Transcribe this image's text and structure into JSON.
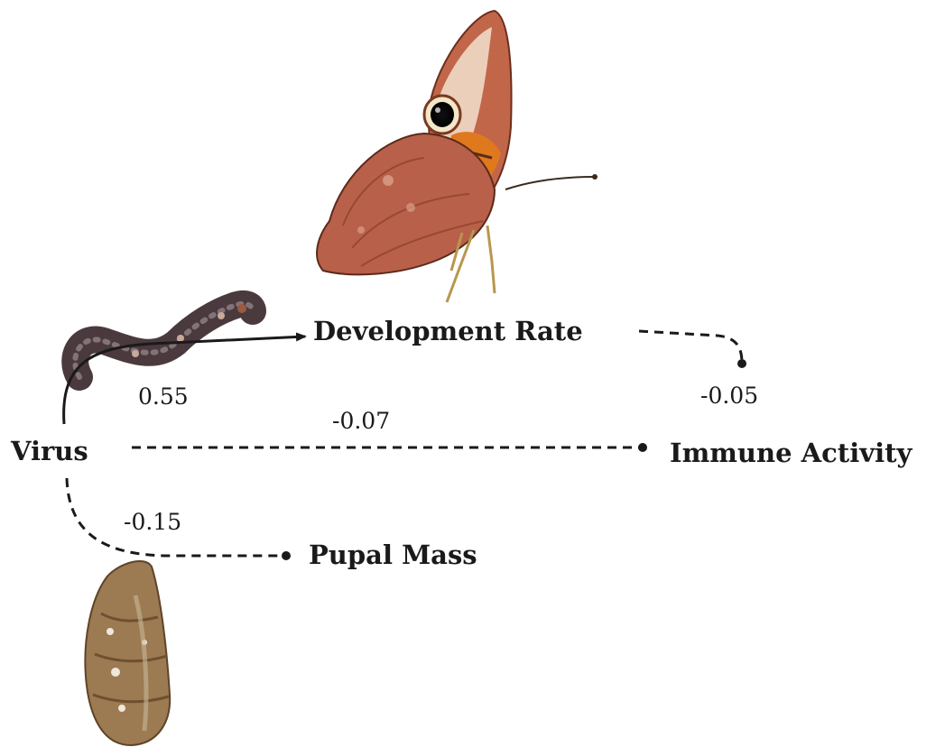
{
  "nodes": {
    "development_rate": "Development Rate",
    "virus": "Virus",
    "immune_activity": "Immune Activity",
    "pupal_mass": "Pupal Mass"
  },
  "paths": [
    {
      "from": "virus",
      "to": "development_rate",
      "coefficient": "0.55",
      "style": "solid",
      "end": "arrow"
    },
    {
      "from": "virus",
      "to": "immune_activity",
      "coefficient": "-0.07",
      "style": "dashed",
      "end": "dot"
    },
    {
      "from": "development_rate",
      "to": "immune_activity",
      "coefficient": "-0.05",
      "style": "dashed",
      "end": "dot"
    },
    {
      "from": "virus",
      "to": "pupal_mass",
      "coefficient": "-0.15",
      "style": "dashed",
      "end": "dot"
    }
  ],
  "images": {
    "butterfly": "butterfly-illustration",
    "caterpillar": "caterpillar-illustration",
    "pupa": "pupa-illustration"
  },
  "colors": {
    "line": "#1a1a1a",
    "butterfly_wing": "#b8604a",
    "butterfly_orange": "#e0781e",
    "caterpillar": "#4a3a3e",
    "pupa": "#9c7a52"
  }
}
